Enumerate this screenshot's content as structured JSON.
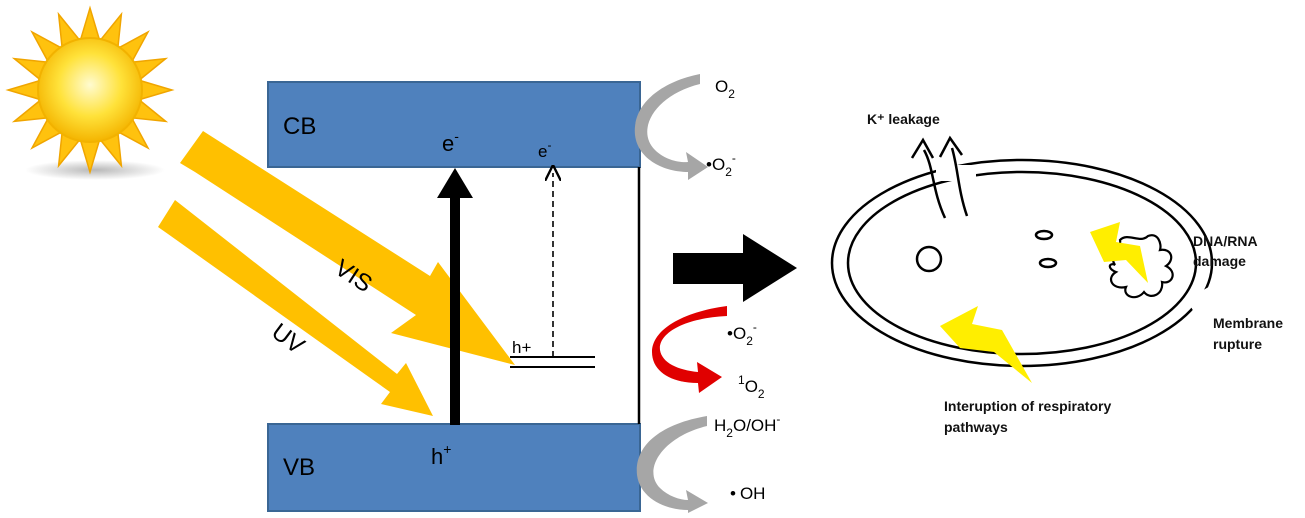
{
  "bands": {
    "cb_label": "CB",
    "vb_label": "VB",
    "band_color": "#4f81bd"
  },
  "carriers": {
    "electron_main": "e",
    "electron_trap": "e",
    "minus": "-",
    "hole_main": "h",
    "hole_trap": "h+",
    "plus": "+"
  },
  "light": {
    "vis_label": "VIS",
    "uv_label": "UV",
    "beam_color": "#ffc000"
  },
  "reactions": {
    "o2": {
      "prefix": "",
      "main": "O",
      "sub": "2",
      "sup": ""
    },
    "superoxide_cb": {
      "prefix": "•",
      "main": "O",
      "sub": "2",
      "sup": "-"
    },
    "superoxide_mid": {
      "prefix": "•",
      "main": "O",
      "sub": "2",
      "sup": "-"
    },
    "singlet_o2": {
      "pre_sup": "1",
      "main": "O",
      "sub": "2"
    },
    "water": {
      "a": "H",
      "sub": "2",
      "b": "O/OH",
      "sup": "-"
    },
    "hydroxyl": {
      "prefix": "•",
      "main": "OH"
    },
    "gray_arrow_color": "#a6a6a6",
    "red_arrow_color": "#e00000"
  },
  "bacterium": {
    "k_leakage": "K⁺ leakage",
    "dna_line1": "DNA/RNA",
    "dna_line2": "damage",
    "membrane_line1": "Membrane",
    "membrane_line2": "rupture",
    "resp_line1": "Interuption of respiratory",
    "resp_line2": "pathways",
    "bolt_color": "#ffee00"
  }
}
